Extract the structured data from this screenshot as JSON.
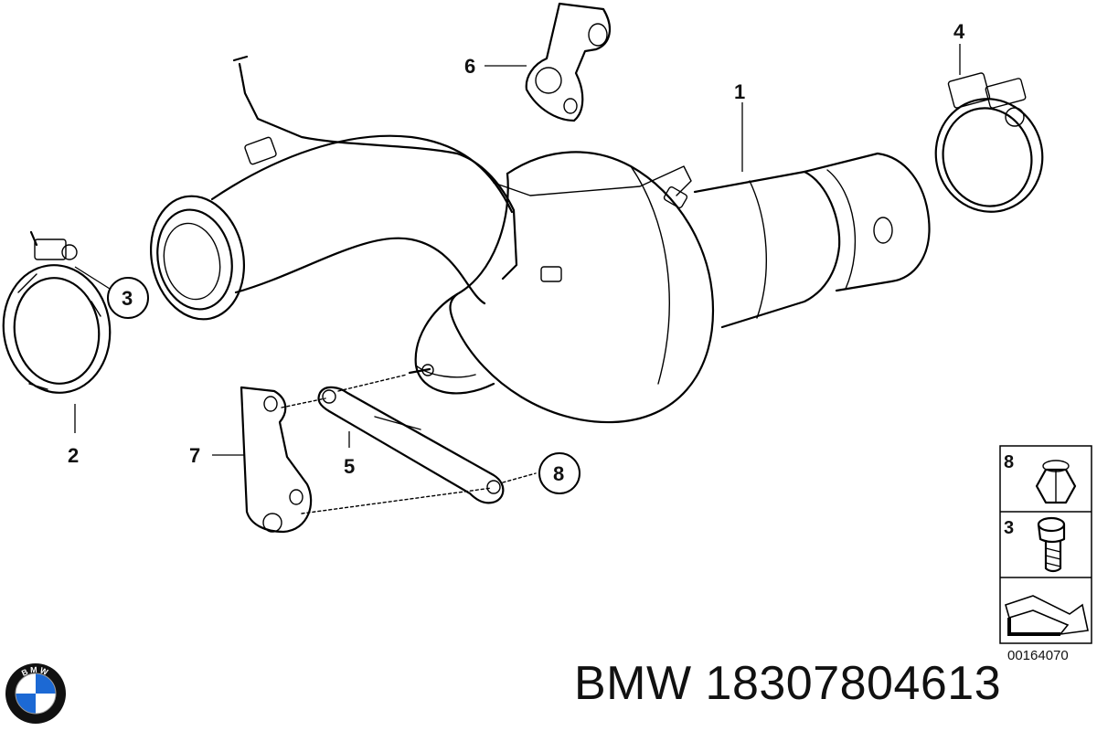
{
  "callouts": {
    "c1": "1",
    "c2": "2",
    "c3": "3",
    "c4": "4",
    "c5": "5",
    "c6": "6",
    "c7": "7",
    "c8": "8"
  },
  "legend": {
    "item_top": "8",
    "item_bottom": "3"
  },
  "diagram_ref": "00164070",
  "caption": "BMW 18307804613",
  "logo": {
    "text": "BMW",
    "colors": {
      "blue": "#1c69d4",
      "white": "#ffffff",
      "ring": "#111111"
    }
  }
}
